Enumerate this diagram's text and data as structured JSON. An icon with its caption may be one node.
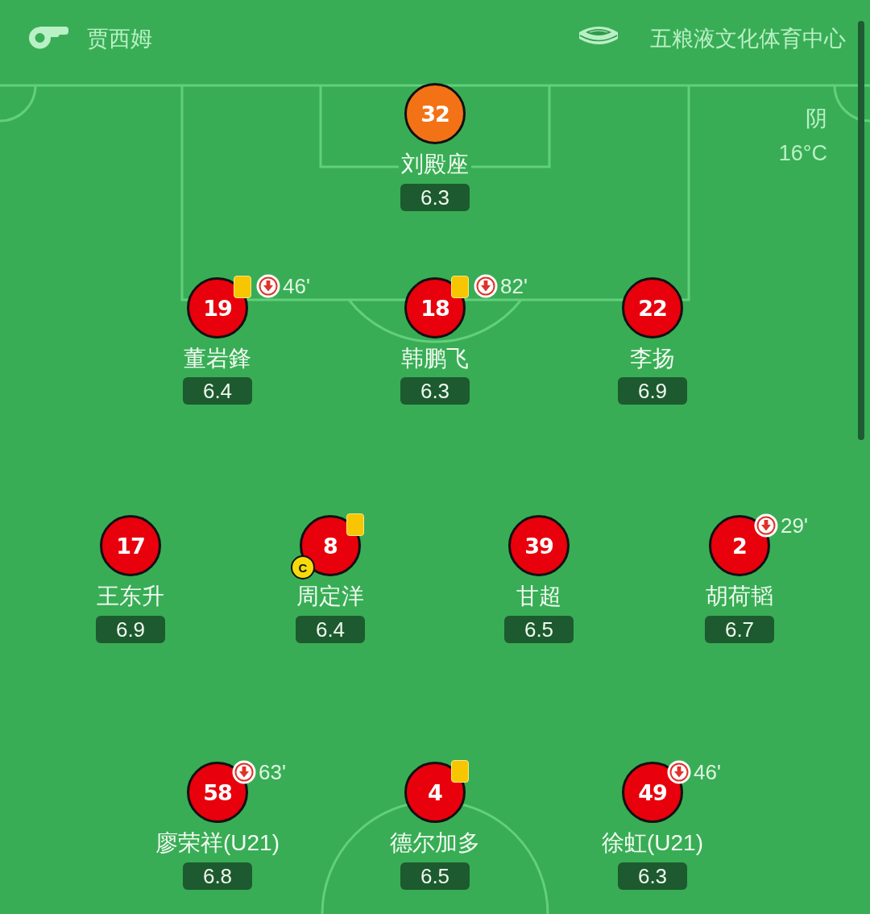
{
  "diagram": {
    "nodes": [
      {
        "text": [
          "32"
        ],
        "beside": [
          "刘殿座"
        ]
      },
      {
        "text": [
          "6.3"
        ]
      },
      {
        "text": [
          "19"
        ],
        "beside": [
          "董岩鋒",
          "46'"
        ]
      },
      {
        "text": [
          "6.4"
        ]
      },
      {
        "text": [
          "18"
        ],
        "beside": [
          "韩鹏飞",
          "82'"
        ]
      },
      {
        "text": [
          "6.3"
        ]
      },
      {
        "text": [
          "22"
        ],
        "beside": [
          "李扬"
        ]
      },
      {
        "text": [
          "6.9"
        ]
      },
      {
        "text": [
          "17"
        ],
        "beside": [
          "王东升"
        ]
      },
      {
        "text": [
          "6.9"
        ]
      },
      {
        "text": [
          "8"
        ],
        "beside": [
          "周定洋"
        ]
      },
      {
        "text": [
          "C"
        ]
      },
      {
        "text": [
          "6.4"
        ]
      },
      {
        "text": [
          "39"
        ],
        "beside": [
          "甘超"
        ]
      },
      {
        "text": [
          "6.5"
        ]
      },
      {
        "text": [
          "2"
        ],
        "beside": [
          "胡荷韬",
          "29'"
        ]
      },
      {
        "text": [
          "6.7"
        ]
      },
      {
        "text": [
          "58"
        ],
        "beside": [
          "廖荣祥(U21)",
          "63'"
        ]
      },
      {
        "text": [
          "6.8"
        ]
      },
      {
        "text": [
          "4"
        ],
        "beside": [
          "德尔加多"
        ]
      },
      {
        "text": [
          "6.5"
        ]
      },
      {
        "text": [
          "49"
        ],
        "beside": [
          "徐虹(U21)",
          "46'"
        ]
      },
      {
        "text": [
          "6.3"
        ]
      }
    ],
    "labels": [
      "贾西姆",
      "五粮液文化体育中心",
      "阴",
      "16°C"
    ]
  }
}
